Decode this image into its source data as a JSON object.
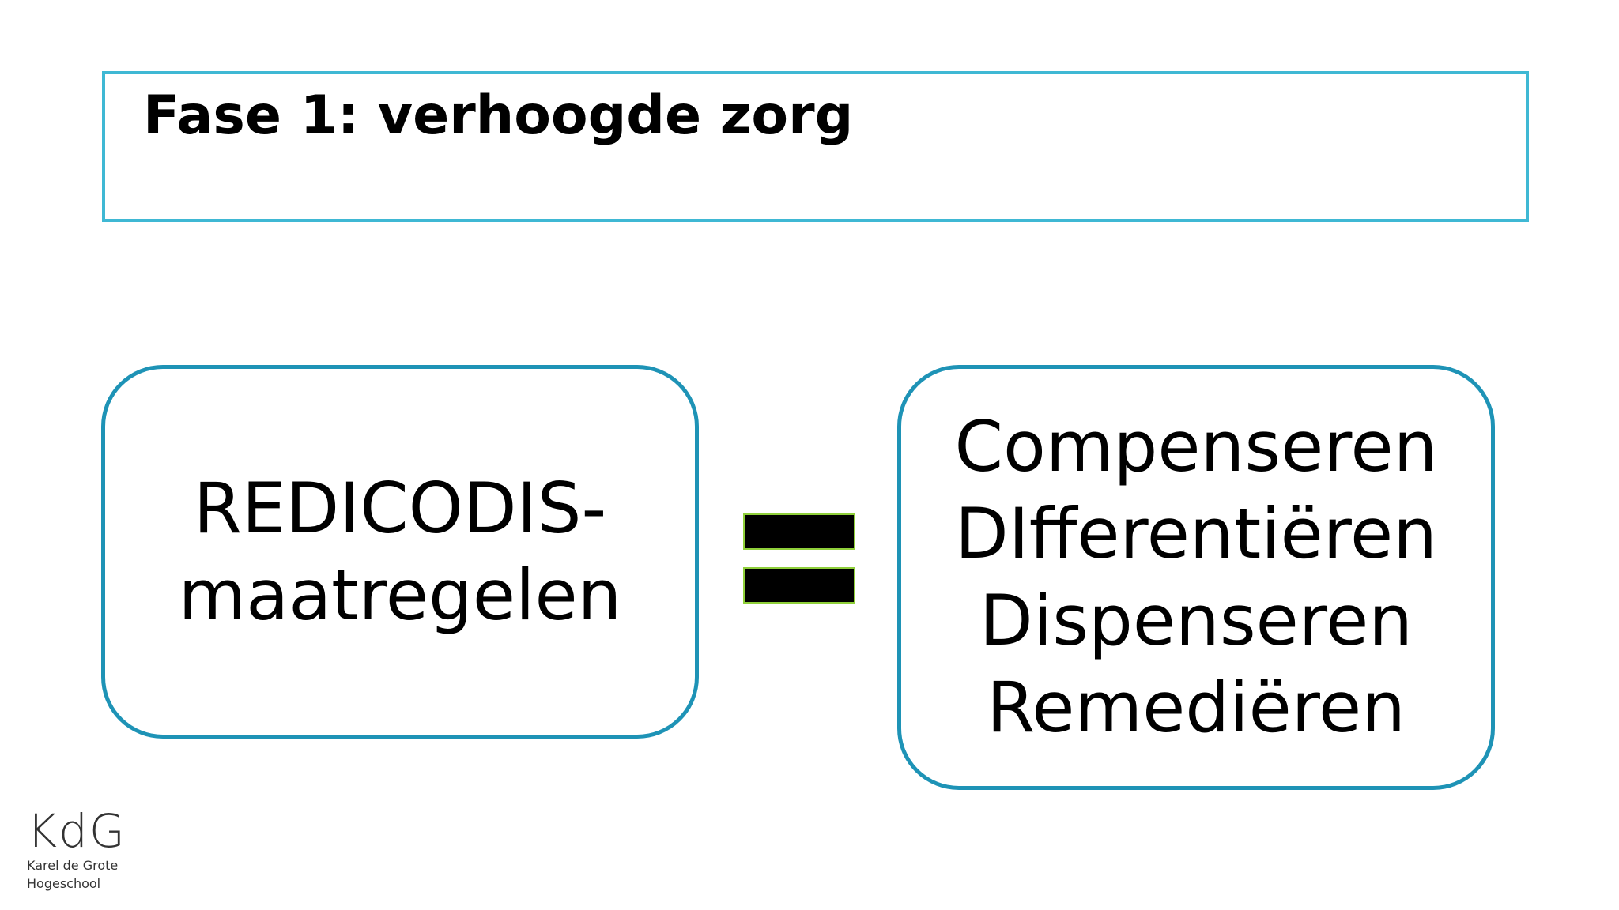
{
  "title": "Fase 1: verhoogde zorg",
  "left_card": {
    "lines": [
      "REDICODIS-",
      "maatregelen"
    ]
  },
  "right_card": {
    "lines": [
      "Compenseren",
      "DIfferentiëren",
      "Dispenseren",
      "Remediëren"
    ]
  },
  "logo": {
    "mark": "KdG",
    "line1": "Karel de Grote",
    "line2": "Hogeschool"
  },
  "colors": {
    "title_border": "#3fb8d4",
    "card_border": "#1e93b6",
    "equals_outline": "#8fcf3a"
  }
}
